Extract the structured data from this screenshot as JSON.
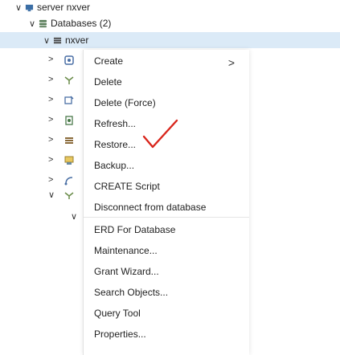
{
  "tree": {
    "server_label": "server nxver",
    "databases_label": "Databases (2)",
    "selected_db_label": "nxver"
  },
  "context_menu": {
    "items": [
      {
        "label": "Create",
        "has_submenu": true
      },
      {
        "label": "Delete"
      },
      {
        "label": "Delete (Force)"
      },
      {
        "label": "Refresh..."
      },
      {
        "label": "Restore..."
      },
      {
        "label": "Backup..."
      },
      {
        "label": "CREATE Script"
      },
      {
        "label": "Disconnect from database"
      },
      {
        "label": "ERD For Database"
      },
      {
        "label": "Maintenance..."
      },
      {
        "label": "Grant Wizard..."
      },
      {
        "label": "Search Objects..."
      },
      {
        "label": "Query Tool"
      },
      {
        "label": "Properties..."
      }
    ],
    "submenu_arrow": ">"
  },
  "icons": {
    "checkmark_color": "#d9261c",
    "db_color": "#5c7f5c",
    "selection_color": "#dbeaf7"
  }
}
